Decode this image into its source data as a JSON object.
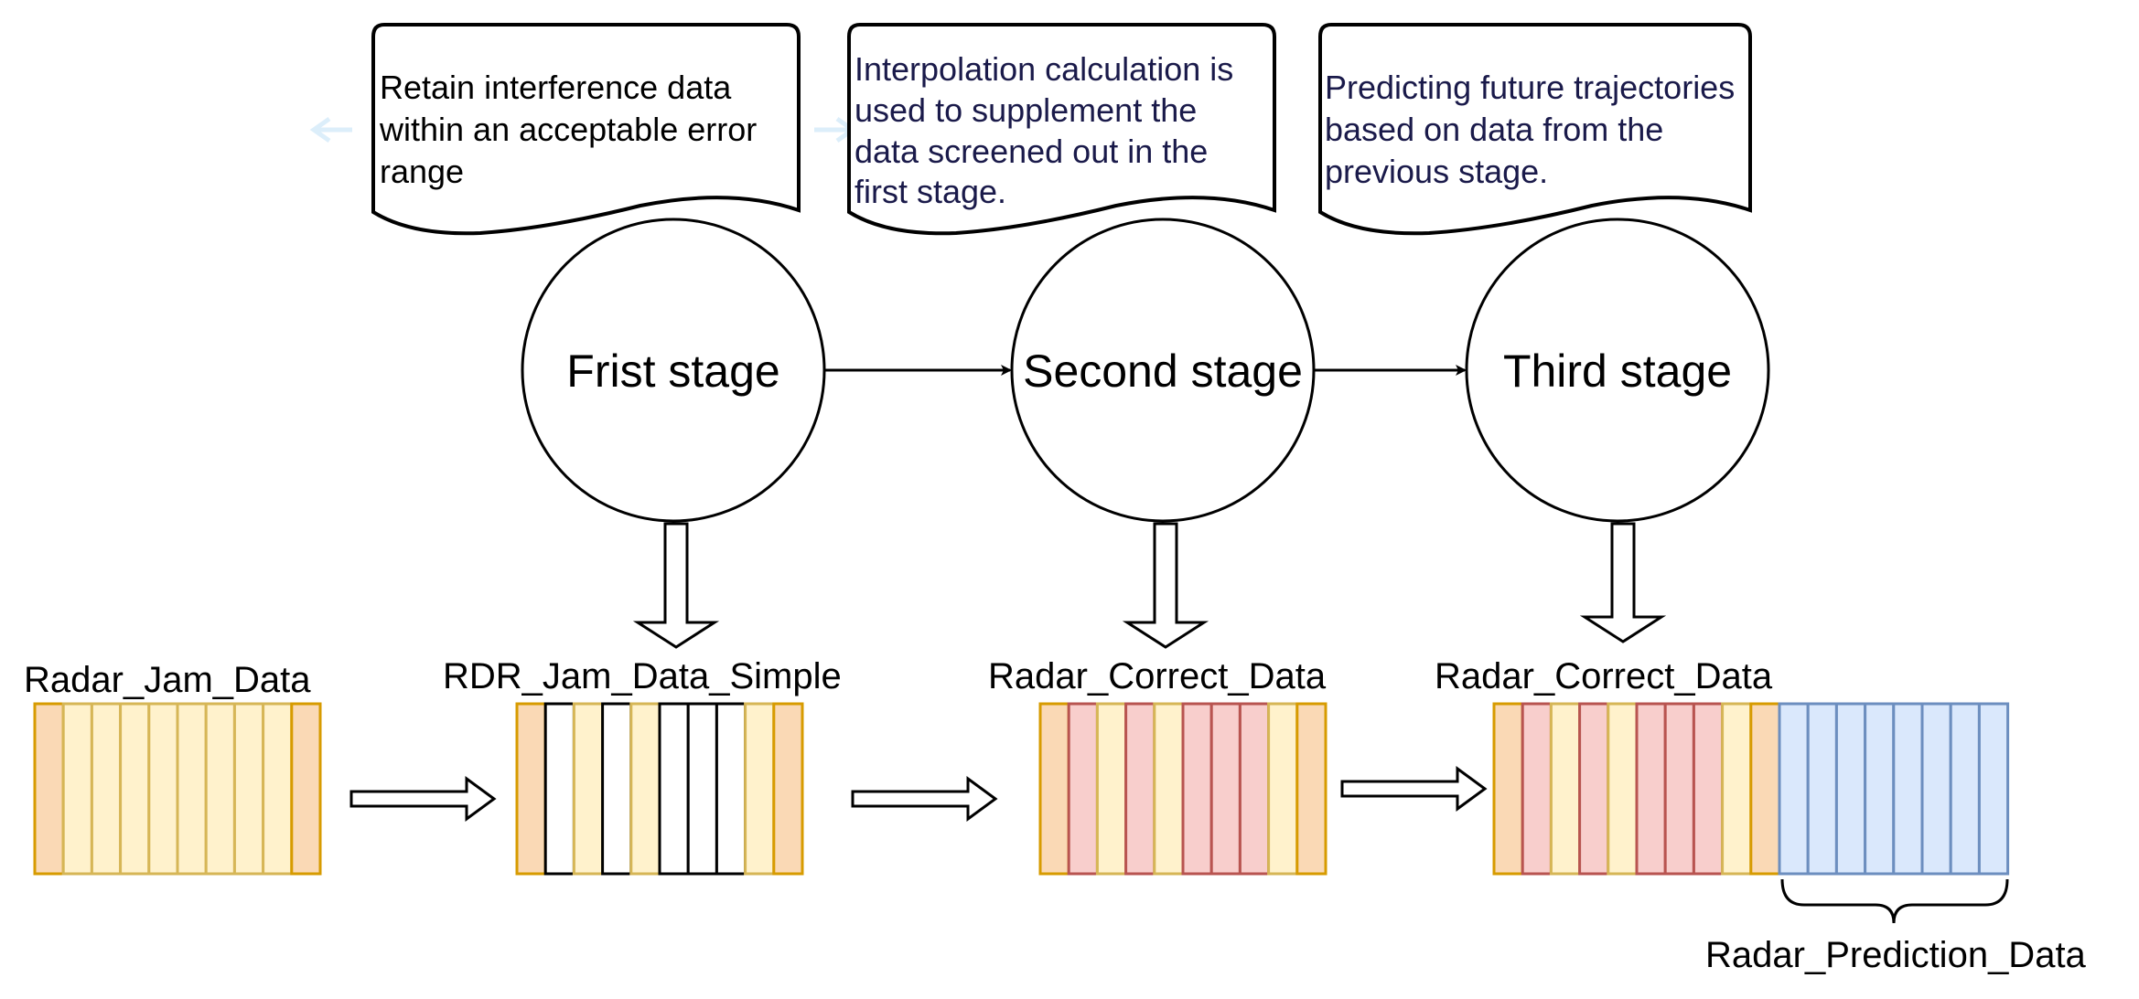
{
  "notes": [
    {
      "lines": [
        "Retain interference data",
        "within  an acceptable error",
        "range"
      ]
    },
    {
      "lines": [
        "Interpolation calculation is",
        "used to supplement the",
        "data screened out in the",
        "first stage."
      ]
    },
    {
      "lines": [
        "Predicting future trajectories",
        "based on data from the",
        "previous stage."
      ]
    }
  ],
  "stages": [
    {
      "label": "Frist stage"
    },
    {
      "label": "Second stage"
    },
    {
      "label": "Third stage"
    }
  ],
  "data_blocks": [
    {
      "label": "Radar_Jam_Data",
      "cells": [
        "orange",
        "yellow",
        "yellow",
        "yellow",
        "yellow",
        "yellow",
        "yellow",
        "yellow",
        "yellow",
        "orange"
      ]
    },
    {
      "label": "RDR_Jam_Data_Simple",
      "cells": [
        "orange",
        "white",
        "yellow",
        "white",
        "yellow",
        "white",
        "white",
        "white",
        "yellow",
        "orange"
      ]
    },
    {
      "label": "Radar_Correct_Data",
      "cells": [
        "orange",
        "red",
        "yellow",
        "red",
        "yellow",
        "red",
        "red",
        "red",
        "yellow",
        "orange"
      ]
    },
    {
      "label": "Radar_Correct_Data",
      "cells": [
        "orange",
        "red",
        "yellow",
        "red",
        "yellow",
        "red",
        "red",
        "red",
        "yellow",
        "orange"
      ]
    }
  ],
  "prediction": {
    "label": "Radar_Prediction_Data",
    "cells": [
      "blue",
      "blue",
      "blue",
      "blue",
      "blue",
      "blue",
      "blue",
      "blue"
    ]
  },
  "colors": {
    "orange_fill": "#fad9b5",
    "orange_stroke": "#d79b00",
    "yellow_fill": "#fff2cc",
    "yellow_stroke": "#d6b656",
    "red_fill": "#f8cecc",
    "red_stroke": "#b85450",
    "white_fill": "#ffffff",
    "white_stroke": "#000000",
    "blue_fill": "#dae8fc",
    "blue_stroke": "#6c8ebf",
    "faint_arrow": "#dceefa"
  }
}
